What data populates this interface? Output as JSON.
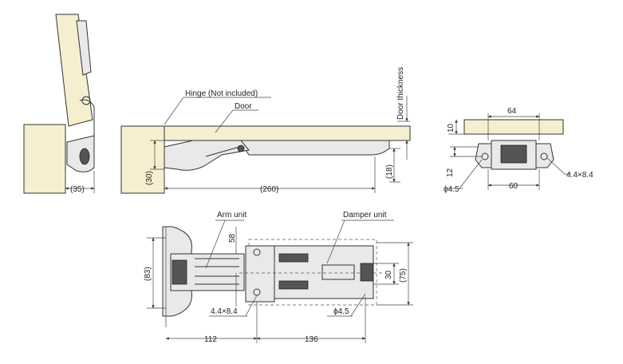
{
  "labels": {
    "hinge": "Hinge (Not included)",
    "door": "Door",
    "door_thickness": "Door thickness",
    "arm_unit": "Arm unit",
    "damper_unit": "Damper unit"
  },
  "dimensions": {
    "side_35": "(35)",
    "side_30": "(30)",
    "side_260": "(260)",
    "side_18": "(18)",
    "end_64": "64",
    "end_10": "10",
    "end_12": "12",
    "end_phi45": "ϕ4.5",
    "end_60": "60",
    "end_slot": "4.4×8.4",
    "plan_83": "(83)",
    "plan_58": "58",
    "plan_30": "30",
    "plan_75": "(75)",
    "plan_slot": "4.4×8.4",
    "plan_phi45": "ϕ4.5",
    "plan_112": "112",
    "plan_136": "136"
  }
}
